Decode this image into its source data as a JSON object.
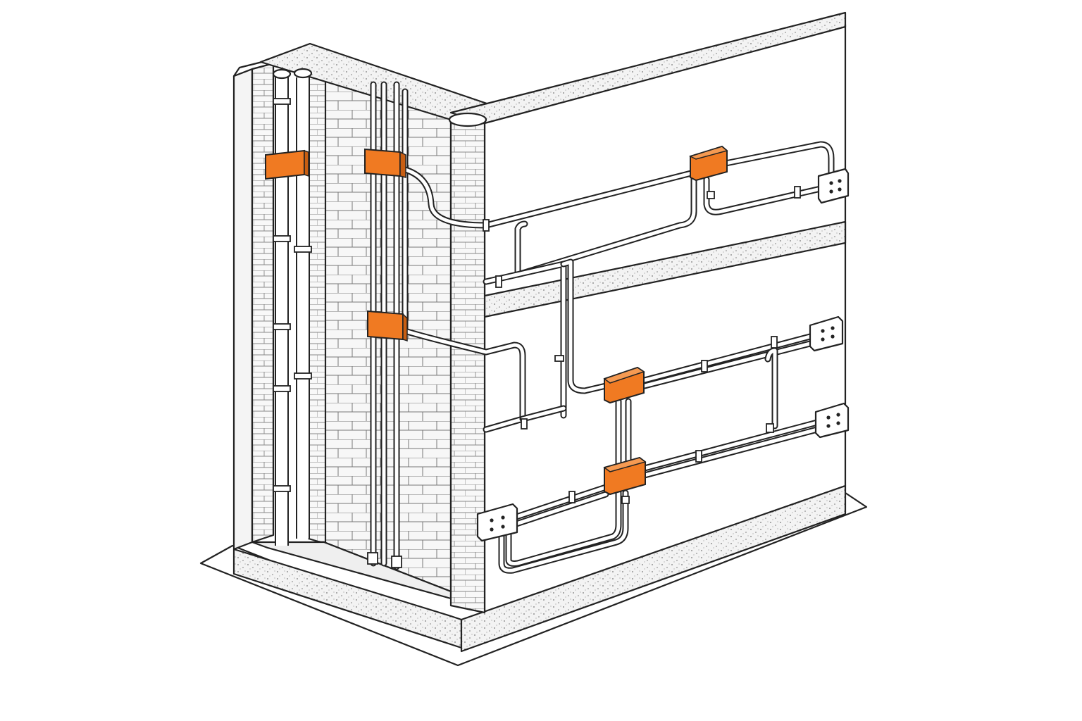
{
  "diagram": {
    "subject": "conduit-and-junction-box-wall-assembly",
    "colors": {
      "junction_box": "#f07a22",
      "junction_box_dark": "#c85e12",
      "line": "#222222",
      "masonry_fill": "#f4f4f4",
      "wall_fill": "#ffffff",
      "band_fill": "#f2f2f2"
    },
    "counts": {
      "junction_boxes": 6,
      "outlet_boxes": 4
    }
  }
}
